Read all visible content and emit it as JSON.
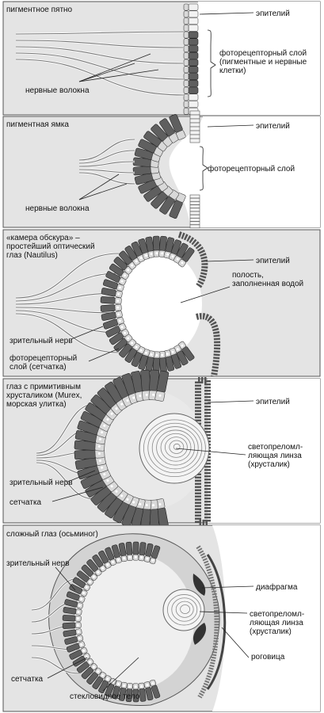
{
  "panels": [
    {
      "title": "пигментное пятно",
      "labels": {
        "epithelium": "эпителий",
        "photoreceptor_layer": "фоторецепторный слой\n(пигментные и нервные\nклетки)",
        "nerve_fibers": "нервные волокна"
      }
    },
    {
      "title": "пигментная ямка",
      "labels": {
        "epithelium": "эпителий",
        "photoreceptor_layer": "фоторецепторный слой",
        "nerve_fibers": "нервные волокна"
      }
    },
    {
      "title": "«камера обскура» –\nпростейший оптический\nглаз (Nautilus)",
      "labels": {
        "epithelium": "эпителий",
        "cavity": "полость,\nзаполненная водой",
        "optic_nerve": "зрительный нерв",
        "photoreceptor_layer": "фоторецепторный\nслой (сетчатка)"
      }
    },
    {
      "title": "глаз с примитивным\nхрусталиком (Murex,\nморская улитка)",
      "labels": {
        "epithelium": "эпителий",
        "lens": "светопреломл-\nляющая линза\n(хрусталик)",
        "optic_nerve": "зрительный нерв",
        "retina": "сетчатка"
      }
    },
    {
      "title": "сложный глаз (осьминог)",
      "labels": {
        "optic_nerve": "зрительный нерв",
        "iris": "диафрагма",
        "lens": "светопреломл-\nляющая линза\n(хрусталик)",
        "cornea": "роговица",
        "retina": "сетчатка",
        "vitreous": "стекловидное тело"
      }
    }
  ]
}
